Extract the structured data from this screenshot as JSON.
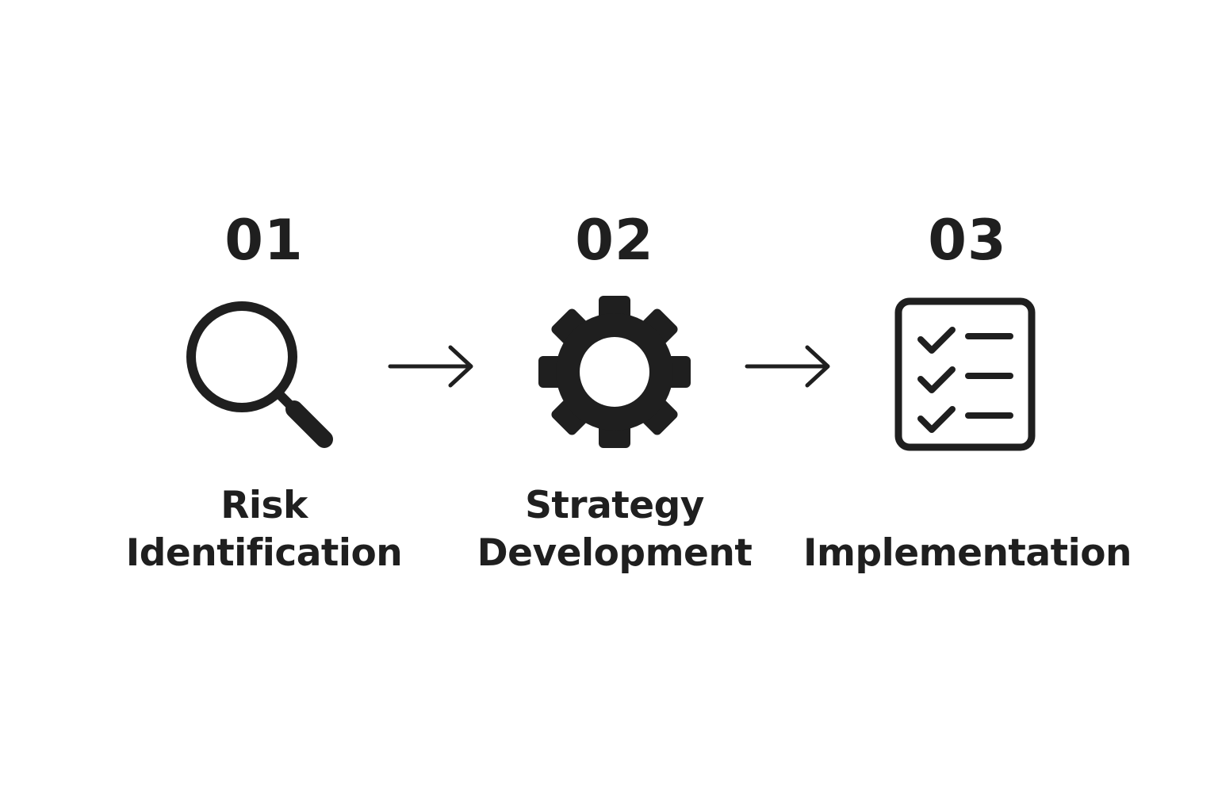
{
  "colors": {
    "ink": "#1f1f1f",
    "background": "#ffffff"
  },
  "steps": [
    {
      "number": "01",
      "label_lines": [
        "Risk",
        "Identification"
      ],
      "icon": "magnifying-glass-icon"
    },
    {
      "number": "02",
      "label_lines": [
        "Strategy",
        "Development"
      ],
      "icon": "gear-icon"
    },
    {
      "number": "03",
      "label_lines": [
        "",
        "Implementation"
      ],
      "icon": "checklist-icon"
    }
  ],
  "connectors": [
    {
      "icon": "arrow-right-icon"
    },
    {
      "icon": "arrow-right-icon"
    }
  ]
}
